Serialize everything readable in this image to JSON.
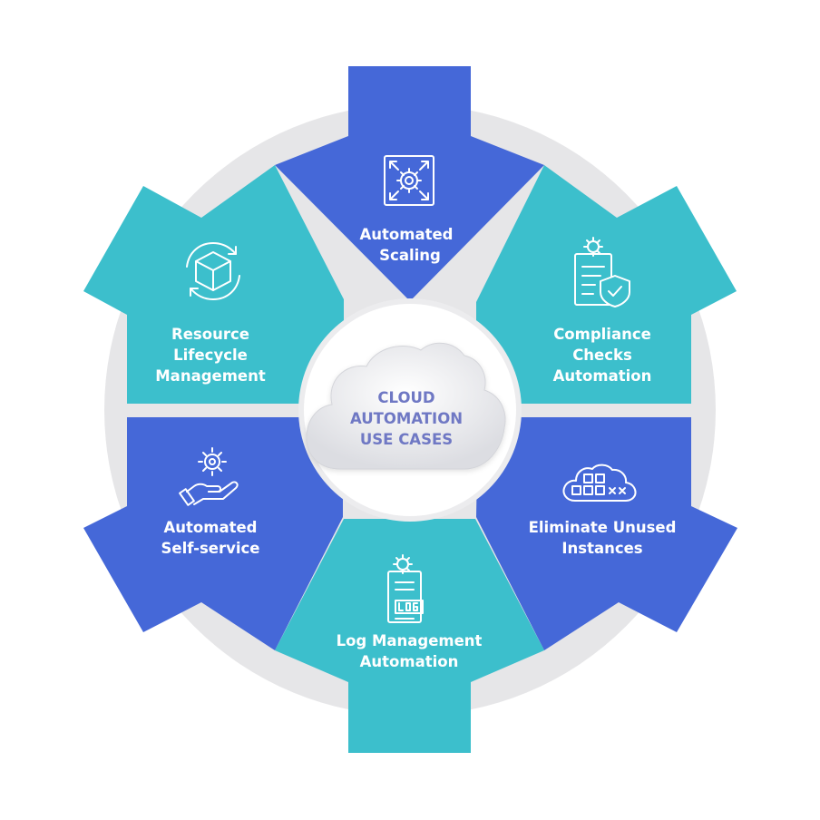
{
  "center": {
    "lines": [
      "CLOUD",
      "AUTOMATION",
      "USE CASES"
    ],
    "text_color": "#6f78c4"
  },
  "colors": {
    "blue": "#4568d8",
    "teal": "#3cbfcc",
    "ring": "#e6e6e8"
  },
  "segments": [
    {
      "id": "automated-scaling",
      "icon": "scaling-gear-icon",
      "color": "blue",
      "lines": [
        "Automated",
        "Scaling"
      ]
    },
    {
      "id": "compliance-checks",
      "icon": "compliance-shield-icon",
      "color": "teal",
      "lines": [
        "Compliance",
        "Checks",
        "Automation"
      ]
    },
    {
      "id": "eliminate-unused",
      "icon": "cloud-instances-icon",
      "color": "blue",
      "lines": [
        "Eliminate Unused",
        "Instances"
      ]
    },
    {
      "id": "log-management",
      "icon": "log-file-gear-icon",
      "color": "teal",
      "lines": [
        "Log Management",
        "Automation"
      ]
    },
    {
      "id": "automated-self-service",
      "icon": "hand-gear-icon",
      "color": "blue",
      "lines": [
        "Automated",
        "Self-service"
      ]
    },
    {
      "id": "resource-lifecycle",
      "icon": "cube-cycle-icon",
      "color": "teal",
      "lines": [
        "Resource",
        "Lifecycle",
        "Management"
      ]
    }
  ]
}
